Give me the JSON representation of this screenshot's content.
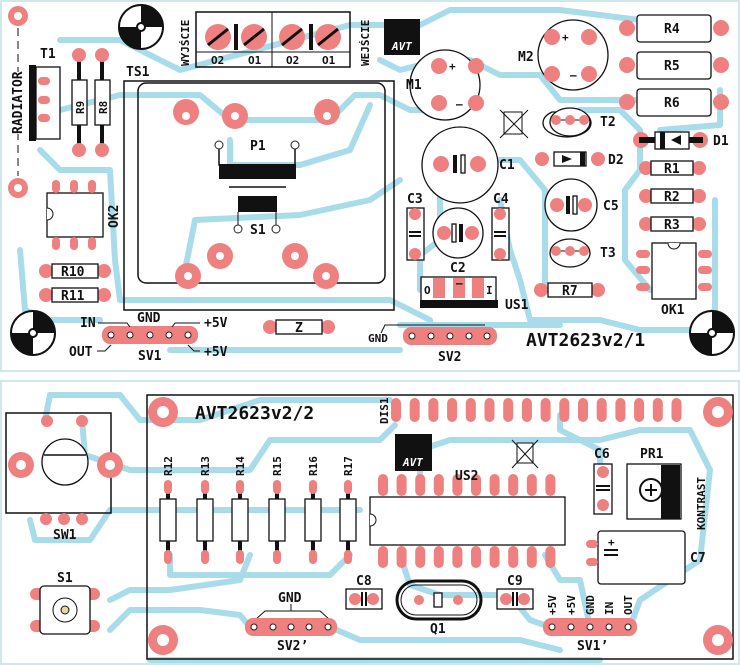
{
  "colors": {
    "trace": "#a9dcea",
    "pad": "#ef8080",
    "silk": "#111111",
    "background": "#ffffff"
  },
  "board1": {
    "title": "AVT2623v2/1",
    "radiator": "RADIATOR",
    "terminal": {
      "out_label": "WYJŚCIE",
      "in_label": "WEJŚCIE",
      "pins": [
        "O2",
        "O1",
        "O2",
        "O1"
      ]
    },
    "transformer": "TS1",
    "relay": {
      "p": "P1",
      "s": "S1"
    },
    "components": {
      "T1": "T1",
      "R9": "R9",
      "R8": "R8",
      "OK2": "OK2",
      "R10": "R10",
      "R11": "R11",
      "Z": "Z",
      "M1": "M1",
      "M2": "M2",
      "C1": "C1",
      "C2": "C2",
      "C3": "C3",
      "C4": "C4",
      "US1": "US1",
      "T2": "T2",
      "D2": "D2",
      "C5": "C5",
      "T3": "T3",
      "R7": "R7",
      "R4": "R4",
      "R5": "R5",
      "R6": "R6",
      "D1": "D1",
      "R1": "R1",
      "R2": "R2",
      "R3": "R3",
      "OK1": "OK1"
    },
    "sv1": {
      "name": "SV1",
      "in": "IN",
      "gnd": "GND",
      "plus5a": "+5V",
      "out": "OUT",
      "plus5b": "+5V"
    },
    "sv2": {
      "name": "SV2",
      "gnd": "GND"
    },
    "bridge_marks": {
      "plus": "+",
      "ac": "~",
      "minus": "–"
    },
    "us1_marks": {
      "o": "O",
      "g": "–",
      "i": "I"
    }
  },
  "board2": {
    "title": "AVT2623v2/2",
    "display": "DIS1",
    "mcu": "US2",
    "resistors": [
      "R12",
      "R13",
      "R14",
      "R15",
      "R16",
      "R17"
    ],
    "encoder": "SW1",
    "button": "S1",
    "C6": "C6",
    "PR1": "PR1",
    "contrast": "KONTRAST",
    "C7": "C7",
    "C8": "C8",
    "C9": "C9",
    "Q1": "Q1",
    "sv2p": {
      "name": "SV2’",
      "gnd": "GND"
    },
    "sv1p": {
      "name": "SV1’",
      "pins": [
        "+5V",
        "+5V",
        "GND",
        "IN",
        "OUT"
      ]
    }
  },
  "logo": "AVT"
}
